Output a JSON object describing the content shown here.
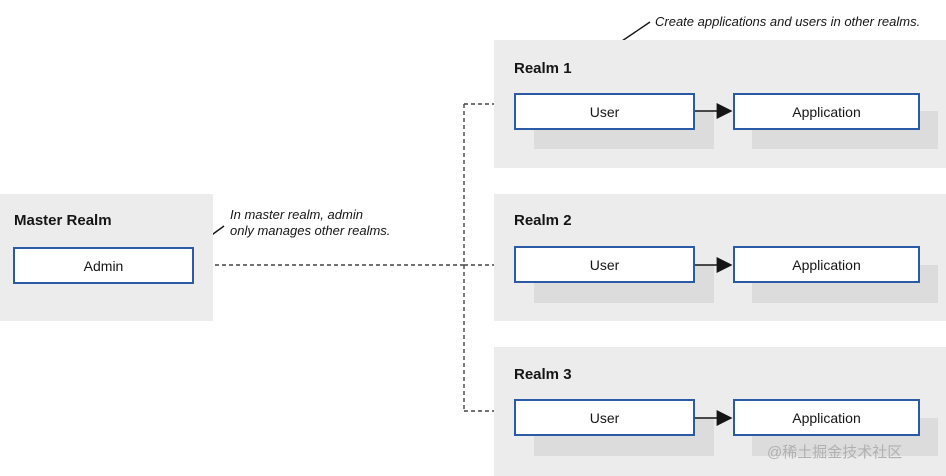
{
  "colors": {
    "panel": "#ececec",
    "box_border": "#2b5aa6",
    "box_shadow": "#dcdcdc",
    "line": "#444444"
  },
  "annotations": {
    "top_right": "Create applications and users in other realms.",
    "master_line1": "In master realm, admin",
    "master_line2": "only manages other realms."
  },
  "master": {
    "title": "Master Realm",
    "admin_label": "Admin"
  },
  "realms": [
    {
      "title": "Realm 1",
      "user_label": "User",
      "app_label": "Application"
    },
    {
      "title": "Realm 2",
      "user_label": "User",
      "app_label": "Application"
    },
    {
      "title": "Realm 3",
      "user_label": "User",
      "app_label": "Application"
    }
  ],
  "watermark": "@稀土掘金技术社区"
}
